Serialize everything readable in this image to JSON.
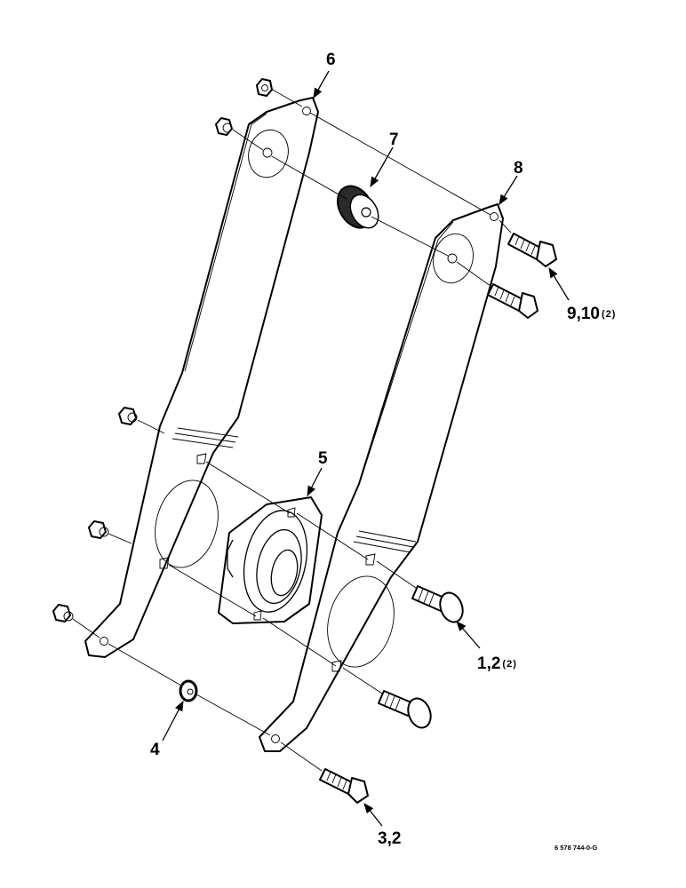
{
  "callouts": {
    "c6": "6",
    "c7": "7",
    "c8": "8",
    "c9_10": "9,10",
    "c9_10_qty": "(2)",
    "c5": "5",
    "c1_2": "1,2",
    "c1_2_qty": "(2)",
    "c4": "4",
    "c3_2": "3,2"
  },
  "figure_ref": "6 578 744-0-G"
}
